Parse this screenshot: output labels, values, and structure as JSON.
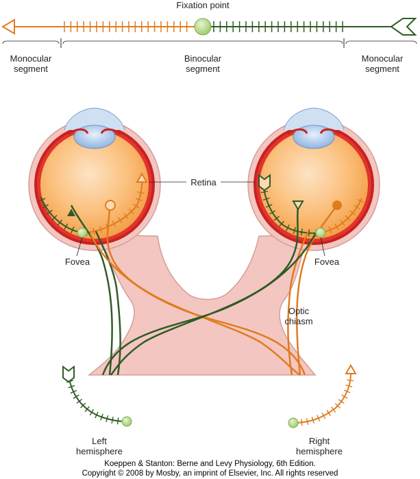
{
  "labels": {
    "fixation_point": "Fixation point",
    "monocular_left": [
      "Monocular",
      "segment"
    ],
    "binocular": [
      "Binocular",
      "segment"
    ],
    "monocular_right": [
      "Monocular",
      "segment"
    ],
    "retina": "Retina",
    "fovea_left": "Fovea",
    "fovea_right": "Fovea",
    "optic_chiasm": [
      "Optic",
      "chiasm"
    ],
    "left_hemisphere": [
      "Left",
      "hemisphere"
    ],
    "right_hemisphere": [
      "Right",
      "hemisphere"
    ]
  },
  "credit": [
    "Koeppen & Stanton: Berne and Levy Physiology, 6th Edition.",
    "Copyright © 2008 by Mosby, an imprint of Elsevier, Inc. All rights reserved"
  ],
  "colors": {
    "left_field": "#e07b1f",
    "right_field": "#2f5b26",
    "fixation": "#b7d88a",
    "eye_wall": "#f3c6c1",
    "retina": "#e2342e",
    "choroid": "#c8221f",
    "vitreous": "#f7a64c",
    "lens": "#a9c8ea",
    "chiasm": "#f3c6c1"
  }
}
